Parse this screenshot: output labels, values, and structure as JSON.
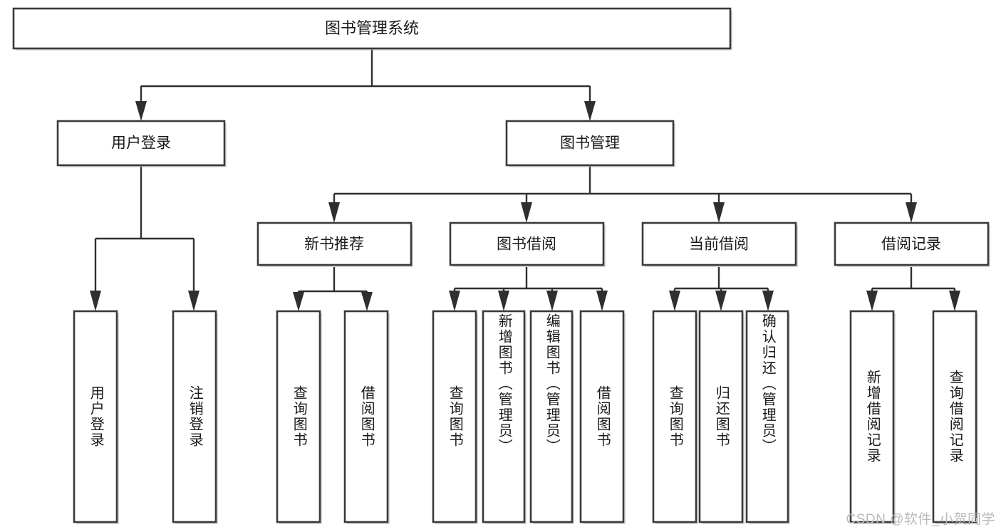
{
  "diagram": {
    "type": "tree-hierarchy",
    "title": "图书管理系统",
    "watermark": "CSDN @软件_小贺同学",
    "colors": {
      "box_stroke": "#3a3a3a",
      "box_fill": "#ffffff",
      "connector": "#2f2f2f",
      "background": "#ffffff",
      "watermark": "#b9b9b9"
    },
    "levels": {
      "root": {
        "label": "图书管理系统"
      },
      "level2": [
        {
          "label": "用户登录"
        },
        {
          "label": "图书管理"
        }
      ],
      "level3": [
        {
          "label": "新书推荐"
        },
        {
          "label": "图书借阅"
        },
        {
          "label": "当前借阅"
        },
        {
          "label": "借阅记录"
        }
      ],
      "leaves": [
        {
          "label": "用户登录",
          "parent": "用户登录"
        },
        {
          "label": "注销登录",
          "parent": "用户登录"
        },
        {
          "label": "查询图书",
          "parent": "新书推荐"
        },
        {
          "label": "借阅图书",
          "parent": "新书推荐"
        },
        {
          "label": "查询图书",
          "parent": "图书借阅"
        },
        {
          "label": "新增图书（管理员）",
          "parent": "图书借阅"
        },
        {
          "label": "编辑图书（管理员）",
          "parent": "图书借阅"
        },
        {
          "label": "借阅图书",
          "parent": "图书借阅"
        },
        {
          "label": "查询图书",
          "parent": "当前借阅"
        },
        {
          "label": "归还图书",
          "parent": "当前借阅"
        },
        {
          "label": "确认归还（管理员）",
          "parent": "当前借阅"
        },
        {
          "label": "新增借阅记录",
          "parent": "借阅记录"
        },
        {
          "label": "查询借阅记录",
          "parent": "借阅记录"
        }
      ]
    }
  }
}
